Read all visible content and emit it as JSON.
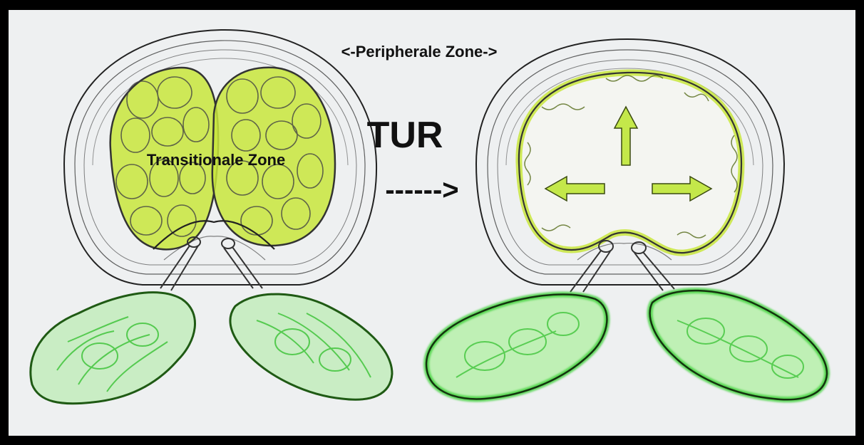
{
  "diagram": {
    "labels": {
      "peripheral": "<-Peripherale Zone->",
      "transitional": "Transitionale Zone",
      "procedure": "TUR",
      "arrow": "------>"
    },
    "colors": {
      "background": "#eef0f1",
      "border": "#000000",
      "outline": "#222222",
      "adenoma_fill": "#c8e63c",
      "vesicle_green": "#3fd13a",
      "cavity_arrow": "#c4e84a"
    }
  }
}
